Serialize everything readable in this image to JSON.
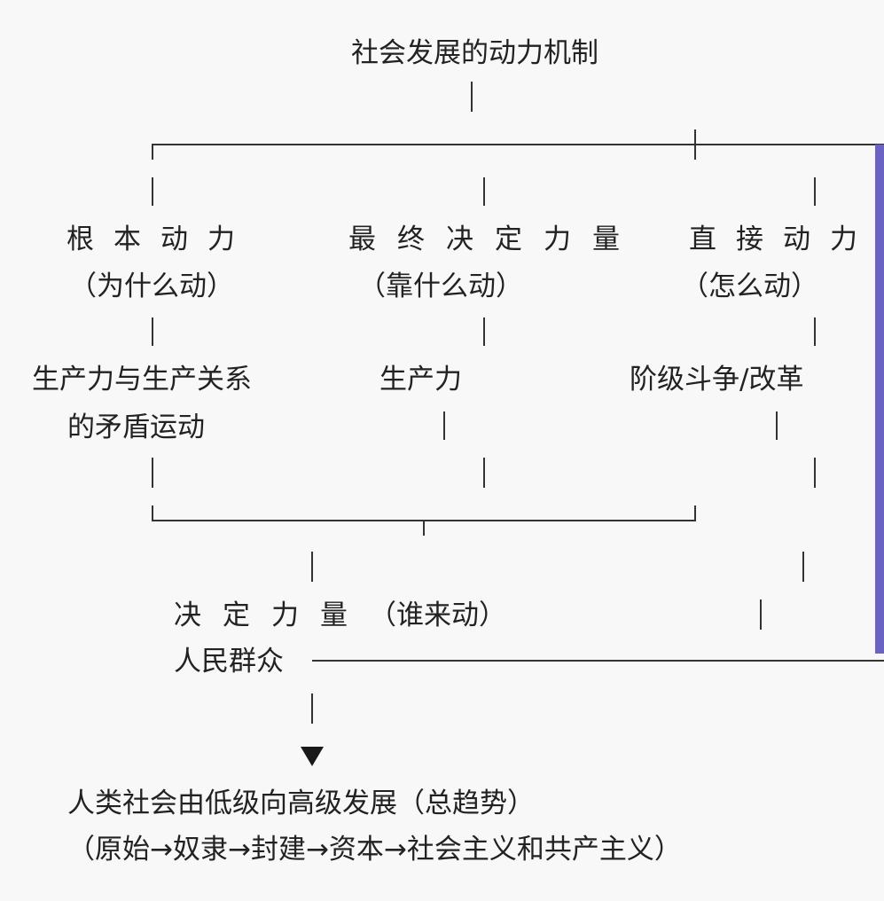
{
  "diagram": {
    "root": "社会发展的动力机制",
    "branches": {
      "fundamental": {
        "title": "根本动力",
        "question": "（为什么动）",
        "answer_line1": "生产力与生产关系",
        "answer_line2": "的矛盾运动"
      },
      "ultimate": {
        "title": "最终决定力量",
        "question": "（靠什么动）",
        "answer": "生产力"
      },
      "direct": {
        "title": "直接动力",
        "question": "（怎么动）",
        "answer": "阶级斗争/改革"
      }
    },
    "decisive": {
      "title": "决定力量",
      "question": "（谁来动）",
      "answer": "人民群众"
    },
    "outcome": {
      "line1": "人类社会由低级向高级发展（总趋势）",
      "line2": "（原始→奴隶→封建→资本→社会主义和共产主义）"
    },
    "colors": {
      "accent_bar": "#6b63c4",
      "lines": "#333333",
      "text": "#222222"
    }
  }
}
